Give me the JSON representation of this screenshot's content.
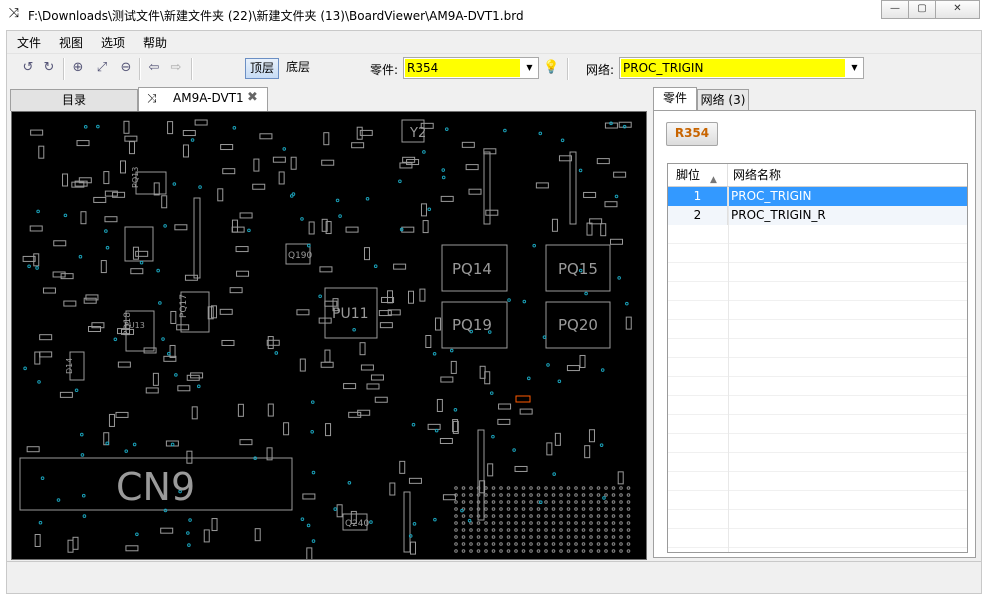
{
  "window": {
    "title": "F:\\Downloads\\测试文件\\新建文件夹 (22)\\新建文件夹 (13)\\BoardViewer\\AM9A-DVT1.brd",
    "minimize": "—",
    "restore": "▢",
    "close": "✕"
  },
  "menu": [
    "文件",
    "视图",
    "选项",
    "帮助"
  ],
  "toolbar": {
    "top_layer": "顶层",
    "bottom_layer": "底层",
    "part_label": "零件:",
    "part_value": "R354",
    "net_label": "网络:",
    "net_value": "PROC_TRIGIN",
    "highlight_color": "#ffff00"
  },
  "left_tabs": {
    "catalog": "目录",
    "file": "AM9A-DVT1",
    "close_glyph": "✖"
  },
  "board_labels": [
    "Y2",
    "PQ13",
    "PQ14",
    "PQ15",
    "PQ19",
    "PQ20",
    "PQ18",
    "PQ17",
    "PU11",
    "PU13",
    "Q190",
    "Q240",
    "D14",
    "CN9"
  ],
  "right_panel": {
    "tabs": [
      "零件",
      "网络 (3)"
    ],
    "part_button": "R354",
    "columns": [
      "脚位",
      "网络名称"
    ],
    "rows": [
      {
        "pin": "1",
        "net": "PROC_TRIGIN"
      },
      {
        "pin": "2",
        "net": "PROC_TRIGIN_R"
      }
    ]
  }
}
